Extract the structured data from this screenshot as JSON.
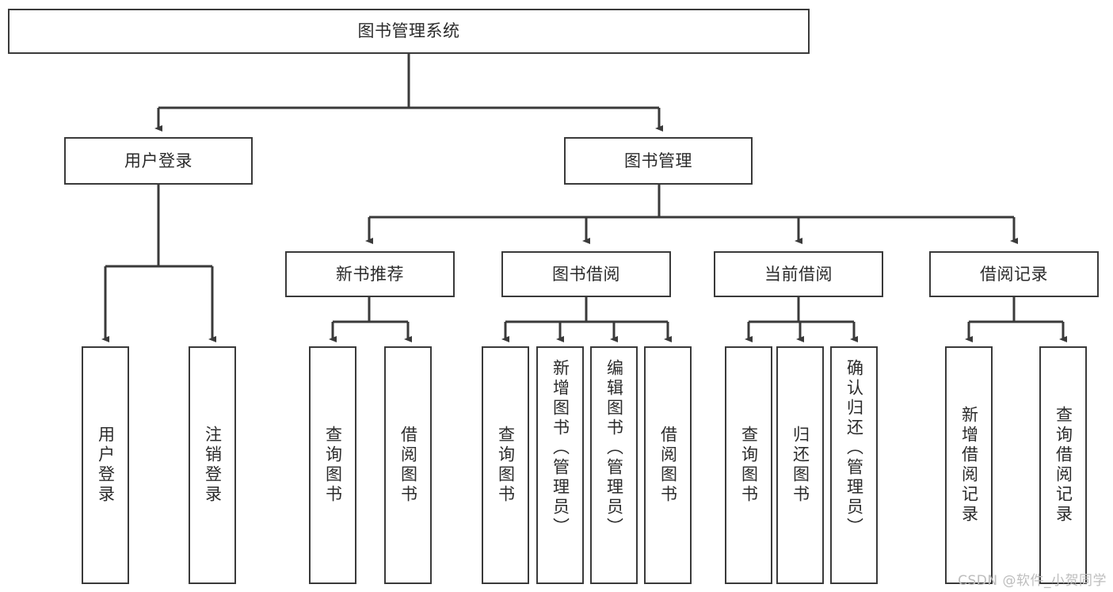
{
  "diagram": {
    "type": "tree-hierarchy",
    "title": "图书管理系统",
    "root": {
      "id": "root",
      "label": "图书管理系统"
    },
    "level2": [
      {
        "id": "user-login",
        "label": "用户登录"
      },
      {
        "id": "book-manage",
        "label": "图书管理"
      }
    ],
    "level3": [
      {
        "id": "new-book-recommend",
        "label": "新书推荐",
        "parent": "book-manage"
      },
      {
        "id": "book-borrow",
        "label": "图书借阅",
        "parent": "book-manage"
      },
      {
        "id": "current-borrow",
        "label": "当前借阅",
        "parent": "book-manage"
      },
      {
        "id": "borrow-record",
        "label": "借阅记录",
        "parent": "book-manage"
      }
    ],
    "leaves": {
      "user_login": [
        {
          "id": "leaf-user-login",
          "label": "用户登录"
        },
        {
          "id": "leaf-user-logout",
          "label": "注销登录"
        }
      ],
      "new_book_recommend": [
        {
          "id": "leaf-query-book-1",
          "label": "查询图书"
        },
        {
          "id": "leaf-borrow-book-1",
          "label": "借阅图书"
        }
      ],
      "book_borrow": [
        {
          "id": "leaf-query-book-2",
          "label": "查询图书"
        },
        {
          "id": "leaf-add-book",
          "label": "新增图书（管理员）"
        },
        {
          "id": "leaf-edit-book",
          "label": "编辑图书（管理员）"
        },
        {
          "id": "leaf-borrow-book-2",
          "label": "借阅图书"
        }
      ],
      "current_borrow": [
        {
          "id": "leaf-query-book-3",
          "label": "查询图书"
        },
        {
          "id": "leaf-return-book",
          "label": "归还图书"
        },
        {
          "id": "leaf-confirm-return",
          "label": "确认归还（管理员）"
        }
      ],
      "borrow_record": [
        {
          "id": "leaf-add-record",
          "label": "新增借阅记录"
        },
        {
          "id": "leaf-query-record",
          "label": "查询借阅记录"
        }
      ]
    },
    "colors": {
      "stroke": "#3a3a3a",
      "text": "#2b2b2b",
      "background": "#ffffff",
      "watermark": "#bdbdbd"
    }
  },
  "watermark": {
    "text": "CSDN @软件_小贺同学"
  }
}
